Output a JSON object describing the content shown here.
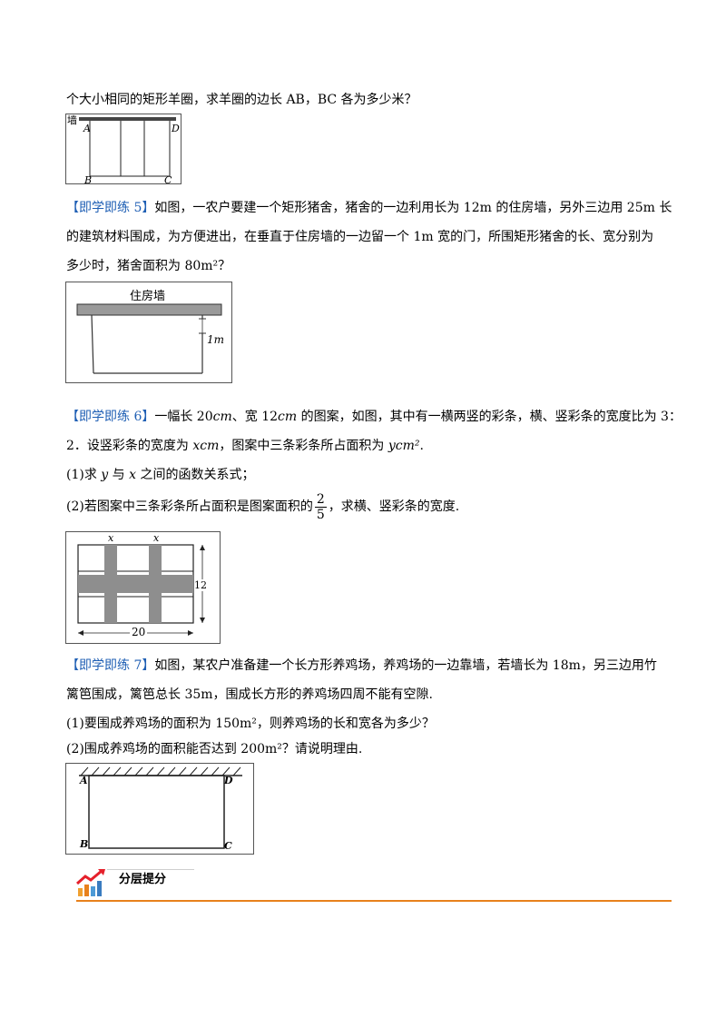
{
  "lines": {
    "intro": "个大小相同的矩形羊圈，求羊圈的边长 AB，BC 各为多少米？",
    "p5_tag": "【即学即练 5】",
    "p5_l1": "如图，一农户要建一个矩形猪舍，猪舍的一边利用长为 12m 的住房墙，另外三边用 25m 长",
    "p5_l2": "的建筑材料围成，为方便进出，在垂直于住房墙的一边留一个 1m 宽的门，所围矩形猪舍的长、宽分别为",
    "p5_l3": "多少时，猪舍面积为 80m²？",
    "p6_tag": "【即学即练 6】",
    "p6_l1a": "一幅长 20",
    "p6_l1b": "cm",
    "p6_l1c": "、宽 12",
    "p6_l1d": "cm",
    "p6_l1e": " 的图案，如图，其中有一横两竖的彩条，横、竖彩条的宽度比为 3：",
    "p6_l2a": "2．设竖彩条的宽度为 ",
    "p6_l2b": "xcm",
    "p6_l2c": "，图案中三条彩条所占面积为 ",
    "p6_l2d": "ycm²",
    "p6_l2e": ".",
    "p6_q1a": "(1)求 ",
    "p6_q1b": "y",
    "p6_q1c": " 与 ",
    "p6_q1d": "x",
    "p6_q1e": " 之间的函数关系式；",
    "p6_q2a": "(2)若图案中三条彩条所占面积是图案面积的",
    "p6_q2_num": "2",
    "p6_q2_den": "5",
    "p6_q2b": "，求横、竖彩条的宽度.",
    "p7_tag": "【即学即练 7】",
    "p7_l1": "如图，某农户准备建一个长方形养鸡场，养鸡场的一边靠墙，若墙长为 18m，另三边用竹",
    "p7_l2": "篱笆围成，篱笆总长 35m，围成长方形的养鸡场四周不能有空隙.",
    "p7_q1": "(1)要围成养鸡场的面积为 150m²，则养鸡场的长和宽各为多少？",
    "p7_q2": "(2)围成养鸡场的面积能否达到 200m²？请说明理由."
  },
  "fig1": {
    "wall": "墙",
    "A": "A",
    "D": "D",
    "B": "B",
    "C": "C"
  },
  "fig2": {
    "wall": "住房墙",
    "door": "1m"
  },
  "fig3": {
    "x1": "x",
    "x2": "x",
    "h": "12",
    "w": "20"
  },
  "fig4": {
    "A": "A",
    "D": "D",
    "B": "B",
    "C": "C"
  },
  "footer": {
    "title": "分层提分",
    "accent": "#e8811c",
    "icon": "growth-chart-icon"
  }
}
